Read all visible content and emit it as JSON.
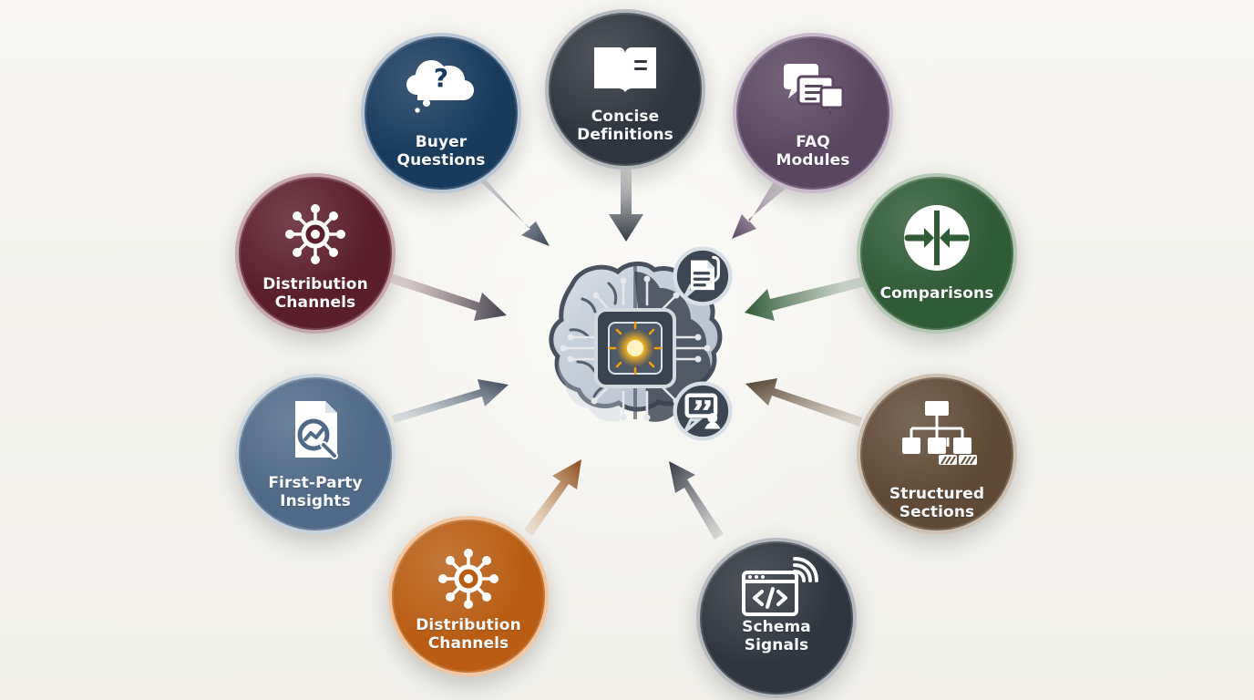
{
  "nodes": [
    {
      "id": "buyer-questions",
      "label_line_1": "Buyer",
      "label_line_2": "Questions",
      "color": "#183b5c",
      "icon": "question-bubble-icon"
    },
    {
      "id": "concise-definitions",
      "label_line_1": "Concise",
      "label_line_2": "Definitions",
      "color": "#30363f",
      "icon": "book-icon"
    },
    {
      "id": "faq-modules",
      "label_line_1": "FAQ",
      "label_line_2": "Modules",
      "color": "#5b4662",
      "icon": "chat-bubbles-icon"
    },
    {
      "id": "distribution-channels-left",
      "label_line_1": "Distribution",
      "label_line_2": "Channels",
      "color": "#5b1e2b",
      "icon": "network-node-icon"
    },
    {
      "id": "comparisons",
      "label_line_1": "Comparisons",
      "label_line_2": "",
      "color": "#2f5b35",
      "icon": "compare-arrows-icon"
    },
    {
      "id": "first-party-insights",
      "label_line_1": "First-Party",
      "label_line_2": "Insights",
      "color": "#4f6a87",
      "icon": "report-search-icon"
    },
    {
      "id": "structured-sections",
      "label_line_1": "Structured",
      "label_line_2": "Sections",
      "color": "#604a35",
      "icon": "hierarchy-icon"
    },
    {
      "id": "distribution-channels-bottom",
      "label_line_1": "Distribution",
      "label_line_2": "Channels",
      "color": "#b85d13",
      "icon": "network-node-icon"
    },
    {
      "id": "schema-signals",
      "label_line_1": "Schema",
      "label_line_2": "Signals",
      "color": "#30363f",
      "icon": "code-window-icon"
    }
  ],
  "center": {
    "icon": "ai-brain-chip-icon",
    "badge_top_icon": "document-clip-icon",
    "badge_bottom_icon": "quote-user-icon",
    "core_color": "#f59e0b"
  }
}
